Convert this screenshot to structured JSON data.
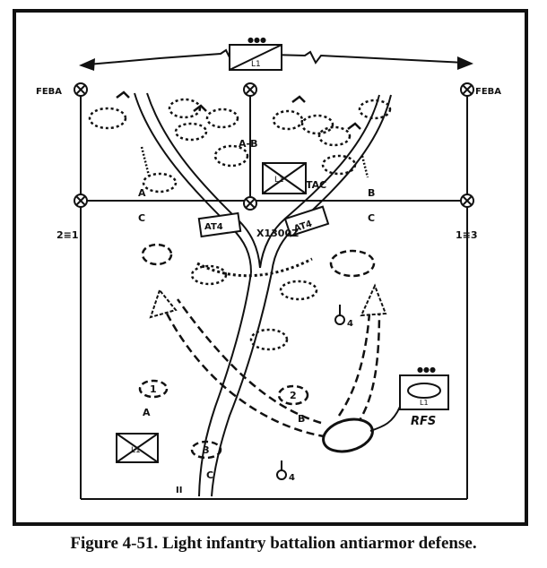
{
  "caption": "Figure 4-51.  Light infantry battalion antiarmor defense.",
  "diagram": {
    "feba_left": "FEBA",
    "feba_right": "FEBA",
    "boundary_ab": "A-B",
    "boundary_ac_left_top": "A",
    "boundary_ac_left_bottom": "C",
    "boundary_bc_right_top": "B",
    "boundary_bc_right_bottom": "C",
    "flank_left": "2≡1",
    "flank_right": "1≡3",
    "top_unit_label": "L1",
    "tac_unit_label": "L1",
    "tac_label": "TAC",
    "objective_label": "X1300Z",
    "rfs_unit_label": "L1",
    "rfs_label": "RFS",
    "bottom_unit_label": "L1",
    "position_a_number": "1",
    "position_a_letter": "A",
    "position_b_number": "2",
    "position_b_letter": "B",
    "position_3_number": "3",
    "position_3_letter": "C",
    "ap_left": "AT4",
    "ap_right": "AT4",
    "marker_4": "4",
    "marker_4b": "4",
    "base_mark": "II"
  }
}
